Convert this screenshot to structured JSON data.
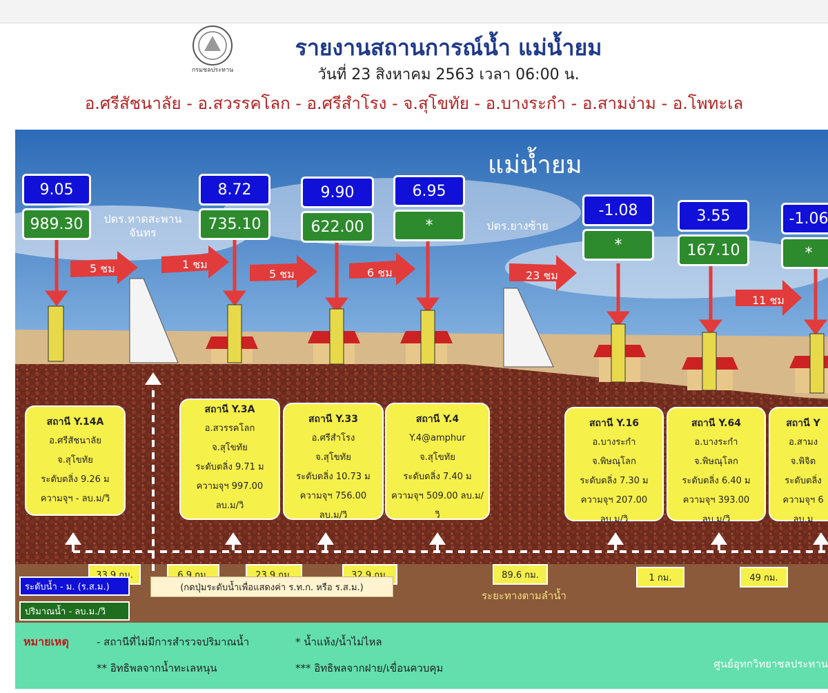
{
  "header": {
    "emblem_label": "กรมชลประทาน",
    "title": "รายงานสถานการณ์น้ำ แม่น้ำยม",
    "date": "วันที่ 23 สิงหาคม 2563 เวลา 06:00 น.",
    "districts": "อ.ศรีสัชนาลัย - อ.สวรรคโลก - อ.ศรีสำโรง - จ.สุโขทัย - อ.บางระกำ - อ.สามง่าม - อ.โพทะเล"
  },
  "river_name": "แม่น้ำยม",
  "dams": [
    {
      "name": "ปตร.หาดสะพาน\nจันทร"
    },
    {
      "name": "ปตร.ยางซ้าย"
    }
  ],
  "gauges": [
    {
      "level": "9.05",
      "flow": "989.30"
    },
    {
      "level": "8.72",
      "flow": "735.10"
    },
    {
      "level": "9.90",
      "flow": "622.00"
    },
    {
      "level": "6.95",
      "flow": "*"
    },
    {
      "level": "-1.08",
      "flow": "*"
    },
    {
      "level": "3.55",
      "flow": "167.10"
    },
    {
      "level": "-1.06",
      "flow": "*"
    }
  ],
  "travel_times": [
    "5 ชม",
    "1 ชม",
    "5 ชม",
    "6 ชม",
    "23 ชม",
    "11 ชม"
  ],
  "stations": [
    {
      "title": "สถานี Y.14A",
      "l1": "อ.ศรีสัชนาลัย",
      "l2": "จ.สุโขทัย",
      "l3": "ระดับตลิ่ง 9.26 ม",
      "l4": "ความจุฯ - ลบ.ม/วิ",
      "l5": ""
    },
    {
      "title": "สถานี Y.3A",
      "l1": "อ.สวรรคโลก",
      "l2": "จ.สุโขทัย",
      "l3": "ระดับตลิ่ง 9.71 ม",
      "l4": "ความจุฯ 997.00",
      "l5": "ลบ.ม/วิ"
    },
    {
      "title": "สถานี Y.33",
      "l1": "อ.ศรีสำโรง",
      "l2": "จ.สุโขทัย",
      "l3": "ระดับตลิ่ง 10.73 ม",
      "l4": "ความจุฯ 756.00",
      "l5": "ลบ.ม/วิ"
    },
    {
      "title": "สถานี Y.4",
      "l1": "Y.4@amphur",
      "l2": "จ.สุโขทัย",
      "l3": "ระดับตลิ่ง 7.40 ม",
      "l4": "ความจุฯ 509.00 ลบ.ม/",
      "l5": "วิ"
    },
    {
      "title": "สถานี Y.16",
      "l1": "อ.บางระกำ",
      "l2": "จ.พิษณุโลก",
      "l3": "ระดับตลิ่ง 7.30 ม",
      "l4": "ความจุฯ 207.00",
      "l5": "ลบ.ม/วิ"
    },
    {
      "title": "สถานี Y.64",
      "l1": "อ.บางระกำ",
      "l2": "จ.พิษณุโลก",
      "l3": "ระดับตลิ่ง 6.40 ม",
      "l4": "ความจุฯ 393.00",
      "l5": "ลบ.ม/วิ"
    },
    {
      "title": "สถานี Y",
      "l1": "อ.สามง",
      "l2": "จ.พิจิต",
      "l3": "ระดับตลิ่ง",
      "l4": "ความจุฯ 6",
      "l5": "ลบ.ม"
    }
  ],
  "distances": [
    "33.9 กม.",
    "6.9 กม.",
    "23.9 กม.",
    "32.9 กม.",
    "89.6 กม.",
    "1 กม.",
    "49 กม."
  ],
  "legend": {
    "level": "ระดับน้ำ - ม. (ร.ส.ม.)",
    "flow": "ปริมาณน้ำ - ลบ.ม./วิ",
    "hint": "(กดปุ่มระดับน้ำเพื่อแสดงค่า ร.ท.ก. หรือ ร.ส.ม.)",
    "along": "ระยะทางตามลำน้ำ"
  },
  "remarks": {
    "title": "หมายเหตุ",
    "r1": "-  สถานีที่ไม่มีการสำรวจปริมาณน้ำ",
    "r2": "*  น้ำแห้ง/น้ำไม่ไหล",
    "r3": "** อิทธิพลจากน้ำทะเลหนุน",
    "r4": "*** อิทธิพลจากฝาย/เขื่อนควบคุม",
    "center": "ศูนย์อุทกวิทยาชลประทาน"
  },
  "colors": {
    "level_box": "#1010d8",
    "flow_box": "#2d8a2d",
    "arrow": "#e23b3b",
    "station_box": "#f6f04a",
    "remarks_bg": "#62dfad"
  }
}
